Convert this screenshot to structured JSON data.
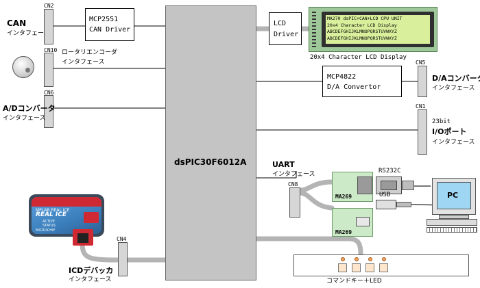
{
  "mcu": {
    "label": "dsPIC30F6012A"
  },
  "blocks": {
    "can_driver": {
      "line1": "MCP2551",
      "line2": "CAN Driver"
    },
    "lcd_driver": {
      "line1": "LCD",
      "line2": "Driver"
    },
    "dac": {
      "line1": "MCP4822",
      "line2": "D/A Convertor"
    }
  },
  "connectors": {
    "cn2": "CN2",
    "cn10": "CN10",
    "cn6": "CN6",
    "cn4": "CN4",
    "cn5": "CN5",
    "cn1": "CN1",
    "cn8": "CN8"
  },
  "interfaces": {
    "can_title": "CAN",
    "can_sub": "インタフェース",
    "rotary_title": "ロータリエンコーダ",
    "rotary_sub": "インタフェース",
    "ad_title": "A/Dコンバータ",
    "ad_sub": "インタフェース",
    "icd_title": "ICDデバッカ",
    "icd_sub": "インタフェース",
    "da_title": "D/Aコンバータ",
    "da_sub": "インタフェース",
    "io_line1": "23bit",
    "io_line2": "I/Oポート",
    "io_sub": "インタフェース",
    "uart_title": "UART",
    "uart_sub": "インタフェース"
  },
  "lcd_display": {
    "lines": [
      "MA270 dsPIC+CAN+LCD CPU UNIT",
      "20x4 Character LCD Display",
      "ABCDEFGHIJKLMNOPQRSTUVWXYZ",
      "ABCDEFGHIJKLMNOPQRSTUVWXYZ"
    ],
    "caption": "20x4 Character LCD Display"
  },
  "uart_modules": {
    "rs232_board": "MA269",
    "usb_board": "MA269",
    "rs232_label": "RS232C",
    "usb_label": "USB"
  },
  "pc": {
    "label": "PC"
  },
  "real_ice": {
    "brand": "MPLAB REAL ICE",
    "line1": "REAL ICE",
    "active": "ACTIVE",
    "status": "STATUS",
    "maker": "MICROCHIP"
  },
  "keys": {
    "caption": "コマンドキー＋LED",
    "count": 4
  },
  "colors": {
    "accent": "#9a9a9a",
    "board_green": "#cce9c8",
    "lcd_green": "#d9ef9b",
    "ice_blue": "#3b7fbd",
    "ice_red": "#cf2a33"
  }
}
